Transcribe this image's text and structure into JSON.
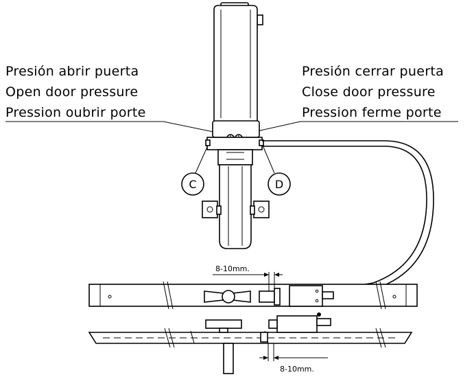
{
  "left_labels": {
    "line1": "Presión abrir puerta",
    "line2": "Open door pressure",
    "line3": "Pression oubrir porte"
  },
  "right_labels": {
    "line1": "Presión cerrar puerta",
    "line2": "Close door pressure",
    "line3": "Pression ferme porte"
  },
  "callouts": {
    "c": "C",
    "d": "D"
  },
  "dimensions": {
    "top": "8-10mm.",
    "bottom": "8-10mm."
  }
}
